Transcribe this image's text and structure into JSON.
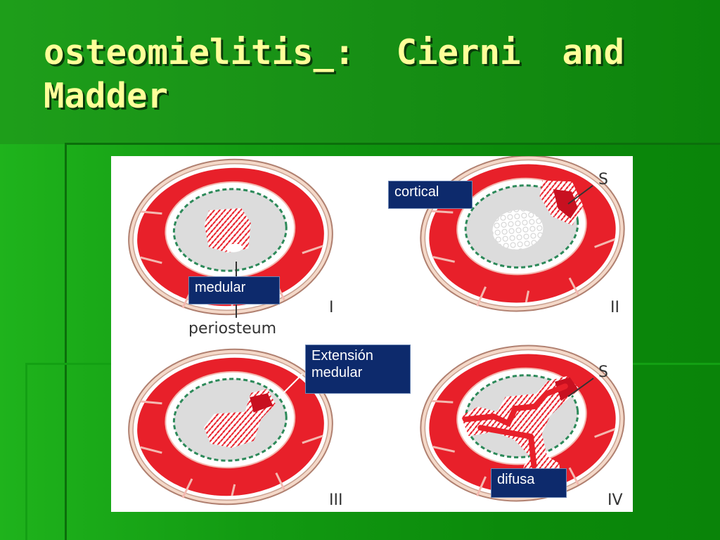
{
  "slide": {
    "title": "osteomielitis_:  Cierni  and\nMadder"
  },
  "diagram": {
    "panels": [
      {
        "numeral": "I",
        "callout": "medular"
      },
      {
        "numeral": "II",
        "callout": "cortical",
        "marker": "S"
      },
      {
        "numeral": "III",
        "callout": "Extensión\nmedular"
      },
      {
        "numeral": "IV",
        "callout": "difusa",
        "marker": "S"
      }
    ],
    "periosteum_label": "periosteum"
  },
  "colors": {
    "muscle_red": "#e8202a",
    "marrow_gray": "#dcdcdc",
    "endosteum_green": "#2d8a5a",
    "callout_blue": "#0d2a6c",
    "title_yellow": "#ffff99"
  }
}
